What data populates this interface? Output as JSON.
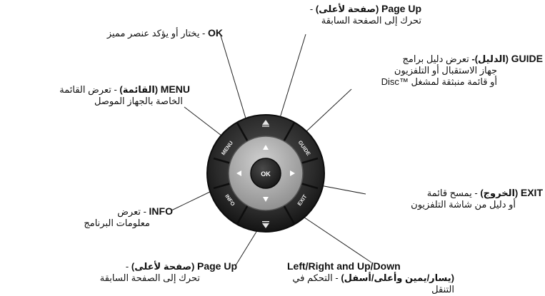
{
  "callouts": {
    "page_up_top": {
      "key": "Page Up",
      "ar_key": "(صفحة لأعلى)",
      "dash": "-",
      "desc": "تحرك إلى الصفحة السابقة"
    },
    "ok": {
      "key": "OK",
      "desc": "- يختار أو يؤكد عنصر مميز"
    },
    "guide": {
      "key": "GUIDE",
      "ar_key": "(الدليل)-",
      "desc1": "تعرض دليل برامج",
      "desc2": "جهاز الاستقبال أو التلفزيون",
      "desc3": "أو قائمة منبثقة لمشغل ™Disc"
    },
    "menu": {
      "key": "MENU",
      "ar_key": "(القائمة)",
      "desc1": "- تعرض القائمة",
      "desc2": "الخاصة بالجهاز الموصل"
    },
    "exit": {
      "key": "EXIT",
      "ar_key": "(الخروج)",
      "desc1": "- يمسح قائمة",
      "desc2": "أو دليل من شاشة التلفزيون"
    },
    "info": {
      "key": "INFO",
      "desc1": "- تعرض",
      "desc2": "معلومات البرنامج"
    },
    "page_up_bottom": {
      "key": "Page Up",
      "ar_key": "(صفحة لأعلى)",
      "dash": "-",
      "desc": "تحرك إلى الصفحة السابقة"
    },
    "arrows": {
      "key": "Left/Right and Up/Down",
      "ar_key": "(يسار/يمين وأعلى/أسفل)",
      "desc": "- التحكم في التنقل"
    }
  },
  "remote": {
    "ok_label": "OK",
    "menu_label": "MENU",
    "guide_label": "GUIDE",
    "info_label": "INFO",
    "exit_label": "EXIT"
  },
  "colors": {
    "outer_ring": "#1f1f1f",
    "ring_button": "#3a3a3a",
    "dpad": "#9a9a9a",
    "dpad_inner": "#b5b5b5",
    "ok_button": "#2a2a2a",
    "line": "#222222"
  }
}
